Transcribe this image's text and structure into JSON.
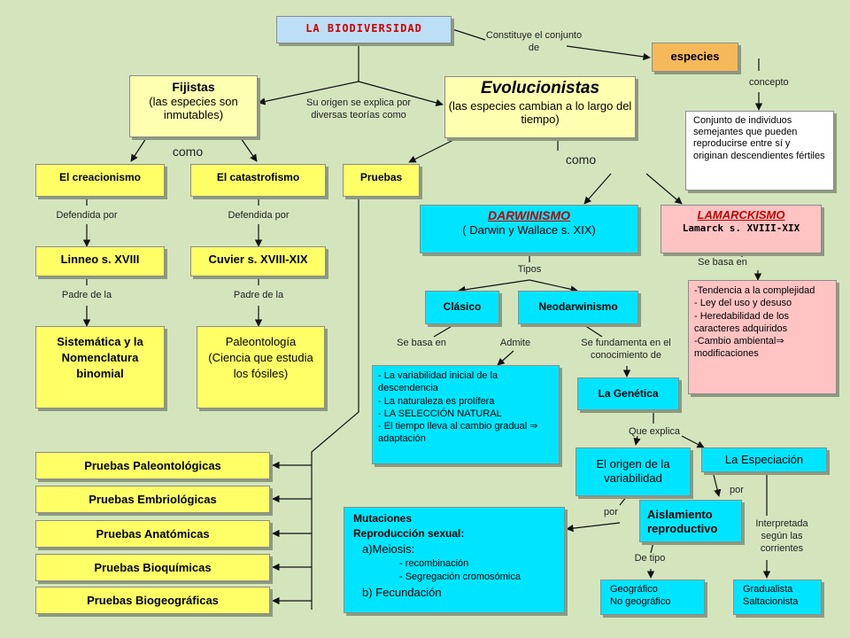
{
  "title": "LA BIODIVERSIDAD",
  "species_link": "Constituye el conjunto de",
  "species": "especies",
  "concept_link": "concepto",
  "species_def": "Conjunto de individuos semejantes que pueden reproducirse entre sí y originan descendientes fértiles",
  "origin_link": "Su origen se explica por diversas teorías como",
  "fijistas": {
    "title": "Fijistas",
    "sub": "(las especies son inmutables)"
  },
  "evolucionistas": {
    "title": "Evolucionistas",
    "sub": "(las especies cambian a lo largo del tiempo)"
  },
  "como_left": "como",
  "como_right": "como",
  "creacionismo": "El creacionismo",
  "catastrofismo": "El catastrofismo",
  "pruebas": "Pruebas",
  "defendida_1": "Defendida por",
  "defendida_2": "Defendida por",
  "linneo": "Linneo s. XVIII",
  "cuvier": "Cuvier s. XVIII-XIX",
  "padre_1": "Padre de la",
  "padre_2": "Padre de la",
  "sistematica": "Sistemática y la Nomenclatura binomial",
  "paleontologia": "Paleontología (Ciencia que estudia los fósiles)",
  "darwinismo": {
    "title": "DARWINISMO",
    "sub": "( Darwin y Wallace s. XIX)"
  },
  "lamarckismo": {
    "title": "LAMARCKISMO",
    "sub": "Lamarck s. XVIII-XIX"
  },
  "tipos": "Tipos",
  "clasico": "Clásico",
  "neodarwinismo": "Neodarwinismo",
  "se_basa_en_1": "Se basa en",
  "admite": "Admite",
  "fundamenta": "Se fundamenta en el conocimiento de",
  "se_basa_en_2": "Se basa en",
  "lamarck_list": [
    "-Tendencia a la complejidad",
    "- Ley del uso y desuso",
    "- Heredabilidad de los caracteres adquiridos",
    "-Cambio ambiental⇒ modificaciones"
  ],
  "darwin_list": [
    "- La variabilidad inicial de la descendencia",
    "- La naturaleza es prolífera",
    "- LA SELECCIÓN NATURAL",
    "- El tiempo lleva al cambio gradual ⇒ adaptación"
  ],
  "genetica": "La Genética",
  "que_explica": "Que explica",
  "origen_var": "El origen de la variabilidad",
  "especiacion": "La Especiación",
  "por_1": "por",
  "por_2": "por",
  "aislamiento": "Aislamiento reproductivo",
  "interpretada": "Interpretada según las corrientes",
  "de_tipo": "De tipo",
  "geografico": [
    "Geográfico",
    "No geográfico"
  ],
  "gradualista": [
    "Gradualista",
    "Saltacionista"
  ],
  "mutaciones": {
    "l1": "Mutaciones",
    "l2": "Reproducción sexual:",
    "l3": "a)Meiosis:",
    "l4": "- recombinación",
    "l5": "- Segregación cromosómica",
    "l6": "b) Fecundación"
  },
  "pruebas_list": [
    "Pruebas Paleontológicas",
    "Pruebas Embriológicas",
    "Pruebas Anatómicas",
    "Pruebas Bioquímicas",
    "Pruebas Biogeográficas"
  ]
}
